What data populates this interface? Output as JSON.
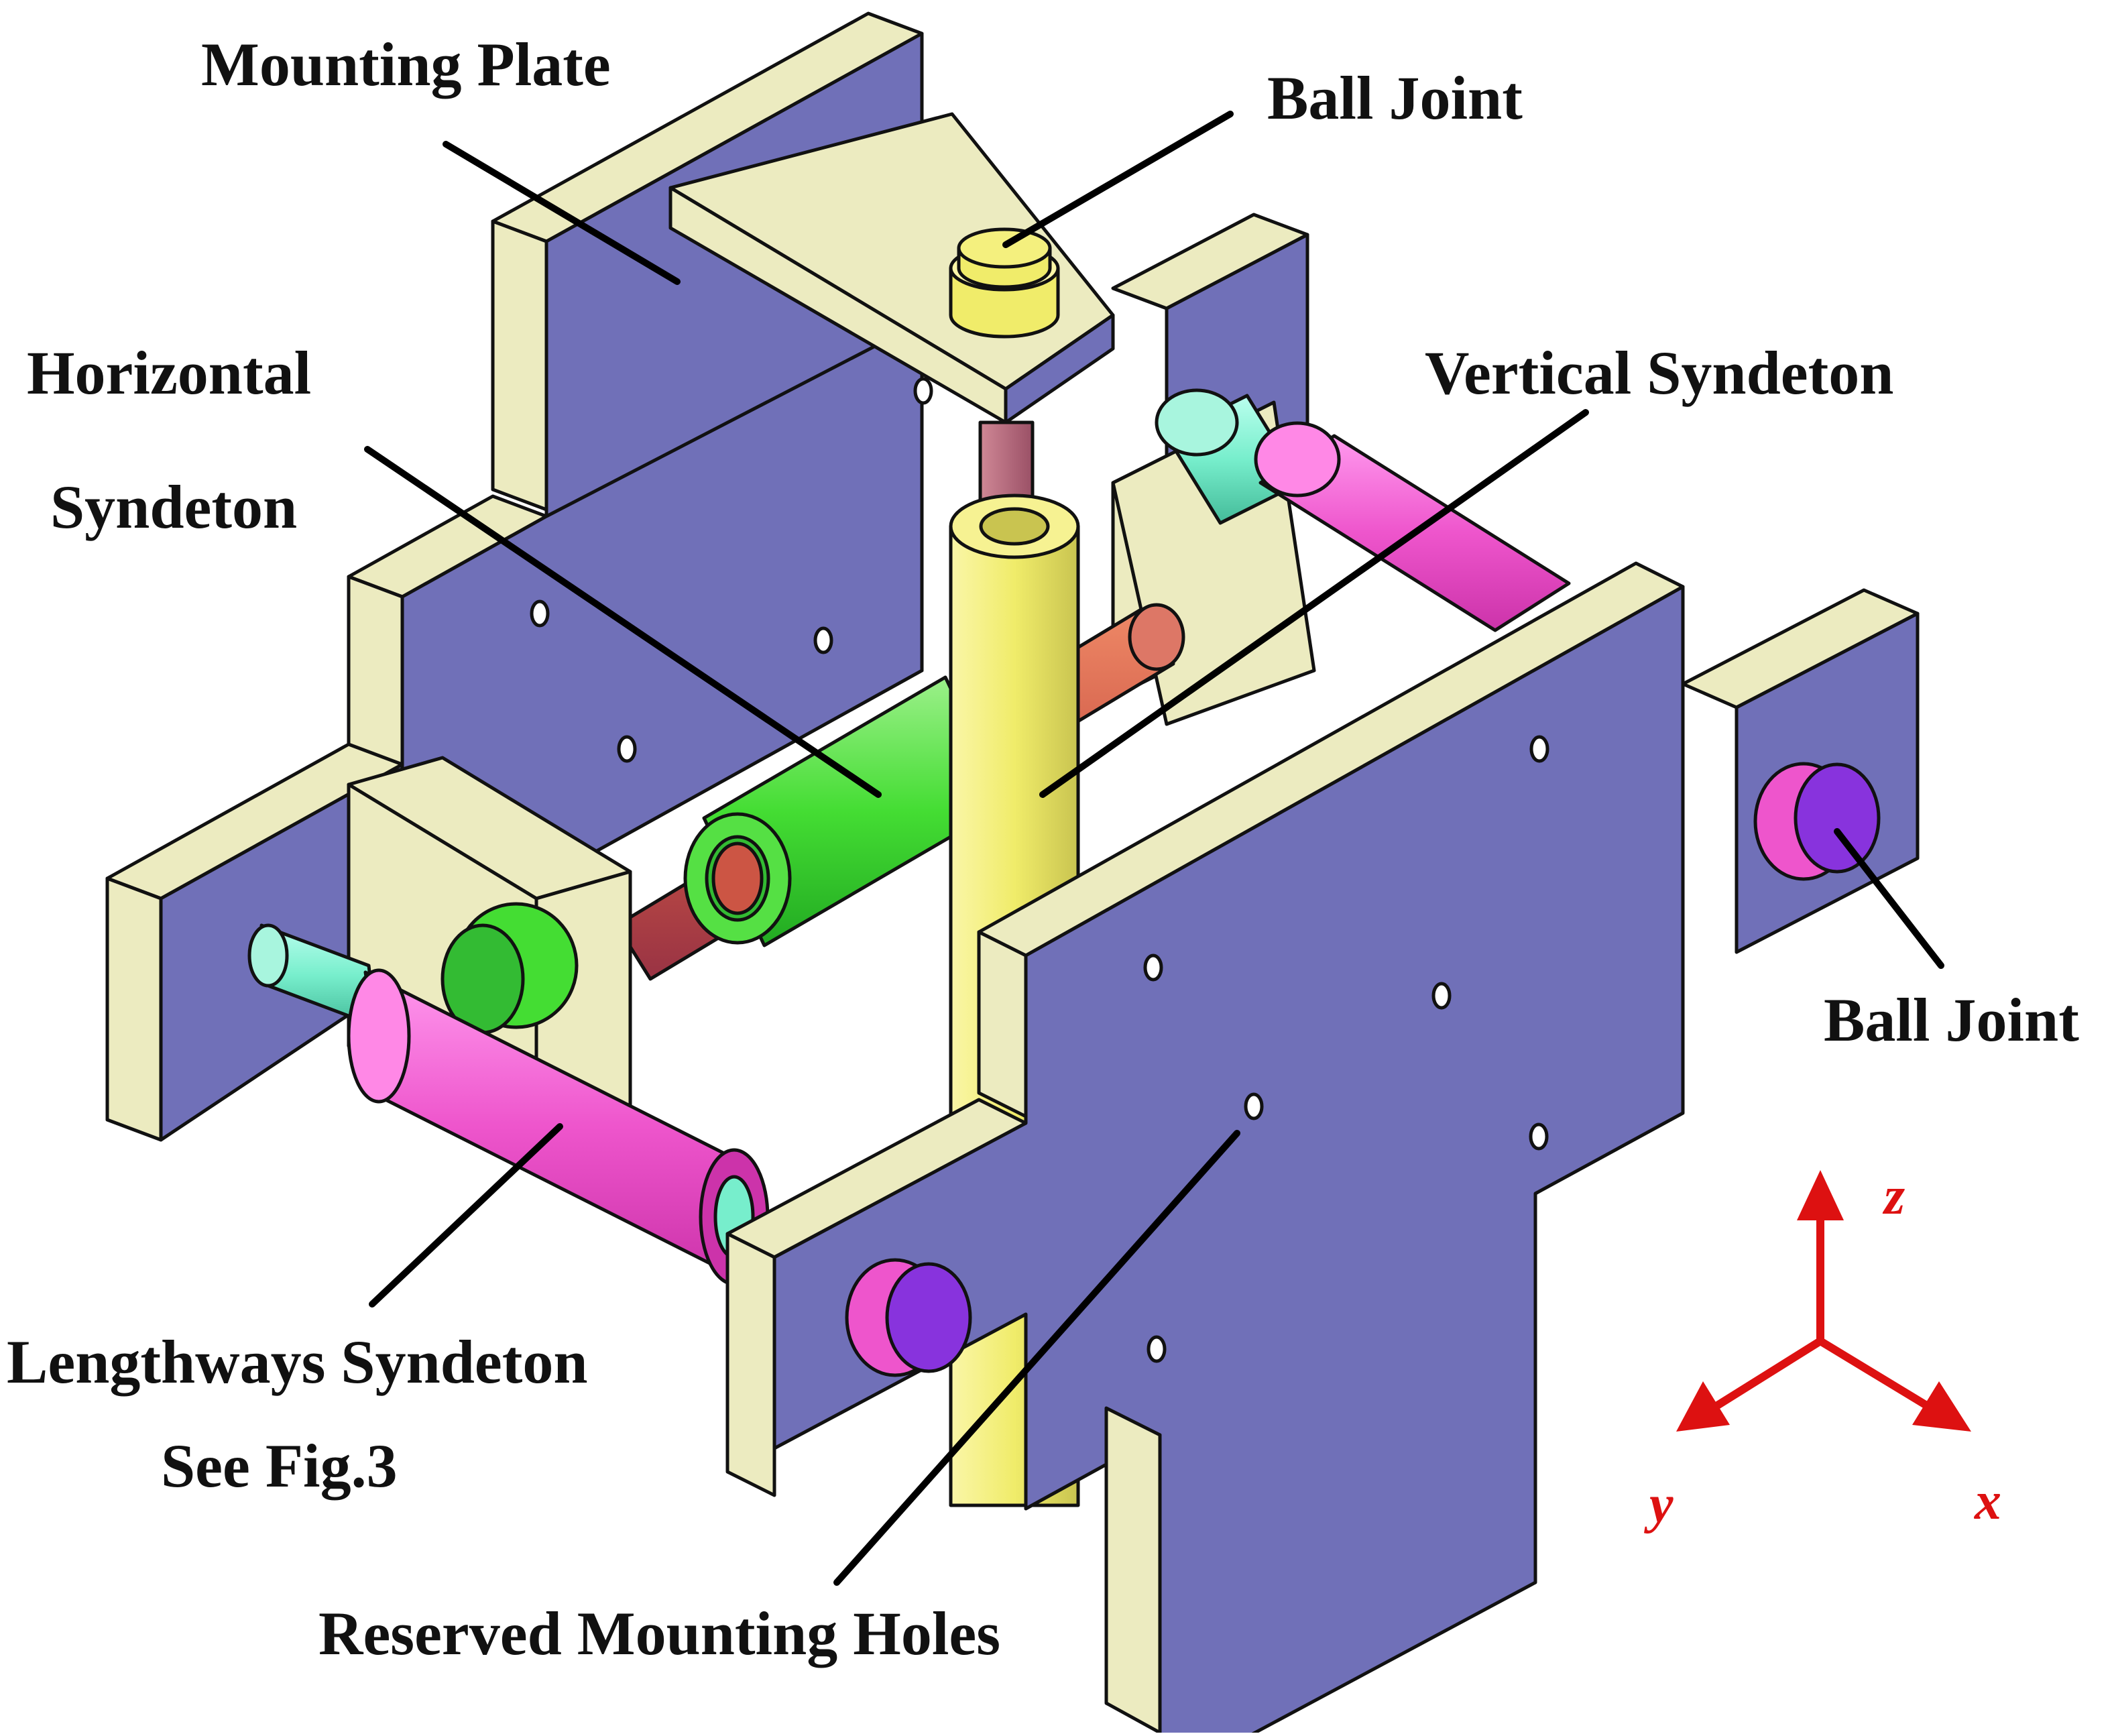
{
  "labels": {
    "mounting_plate": "Mounting Plate",
    "ball_joint_top": "Ball Joint",
    "horizontal_line1": "Horizontal",
    "horizontal_line2": "Syndeton",
    "vertical_syndeton": "Vertical Syndeton",
    "ball_joint_right": "Ball Joint",
    "lengthways_line1": "Lengthways Syndeton",
    "lengthways_line2": "See Fig.3",
    "reserved_holes": "Reserved Mounting Holes"
  },
  "axes": {
    "z": "z",
    "y": "y",
    "x": "x"
  },
  "colors": {
    "plate_face": "#7070b8",
    "plate_edge": "#ecebc0",
    "outline": "#111111",
    "horizontal_syndeton": "#44dd33",
    "horizontal_rod": "#cc5544",
    "vertical_syndeton": "#f0ec6a",
    "vertical_rod": "#b06070",
    "lengthways_syndeton": "#ee55cc",
    "lengthways_rod": "#77eecc",
    "ball_joint": "#ee55cc",
    "ball_joint_face": "#8833dd",
    "axis_color": "#dd1111"
  }
}
